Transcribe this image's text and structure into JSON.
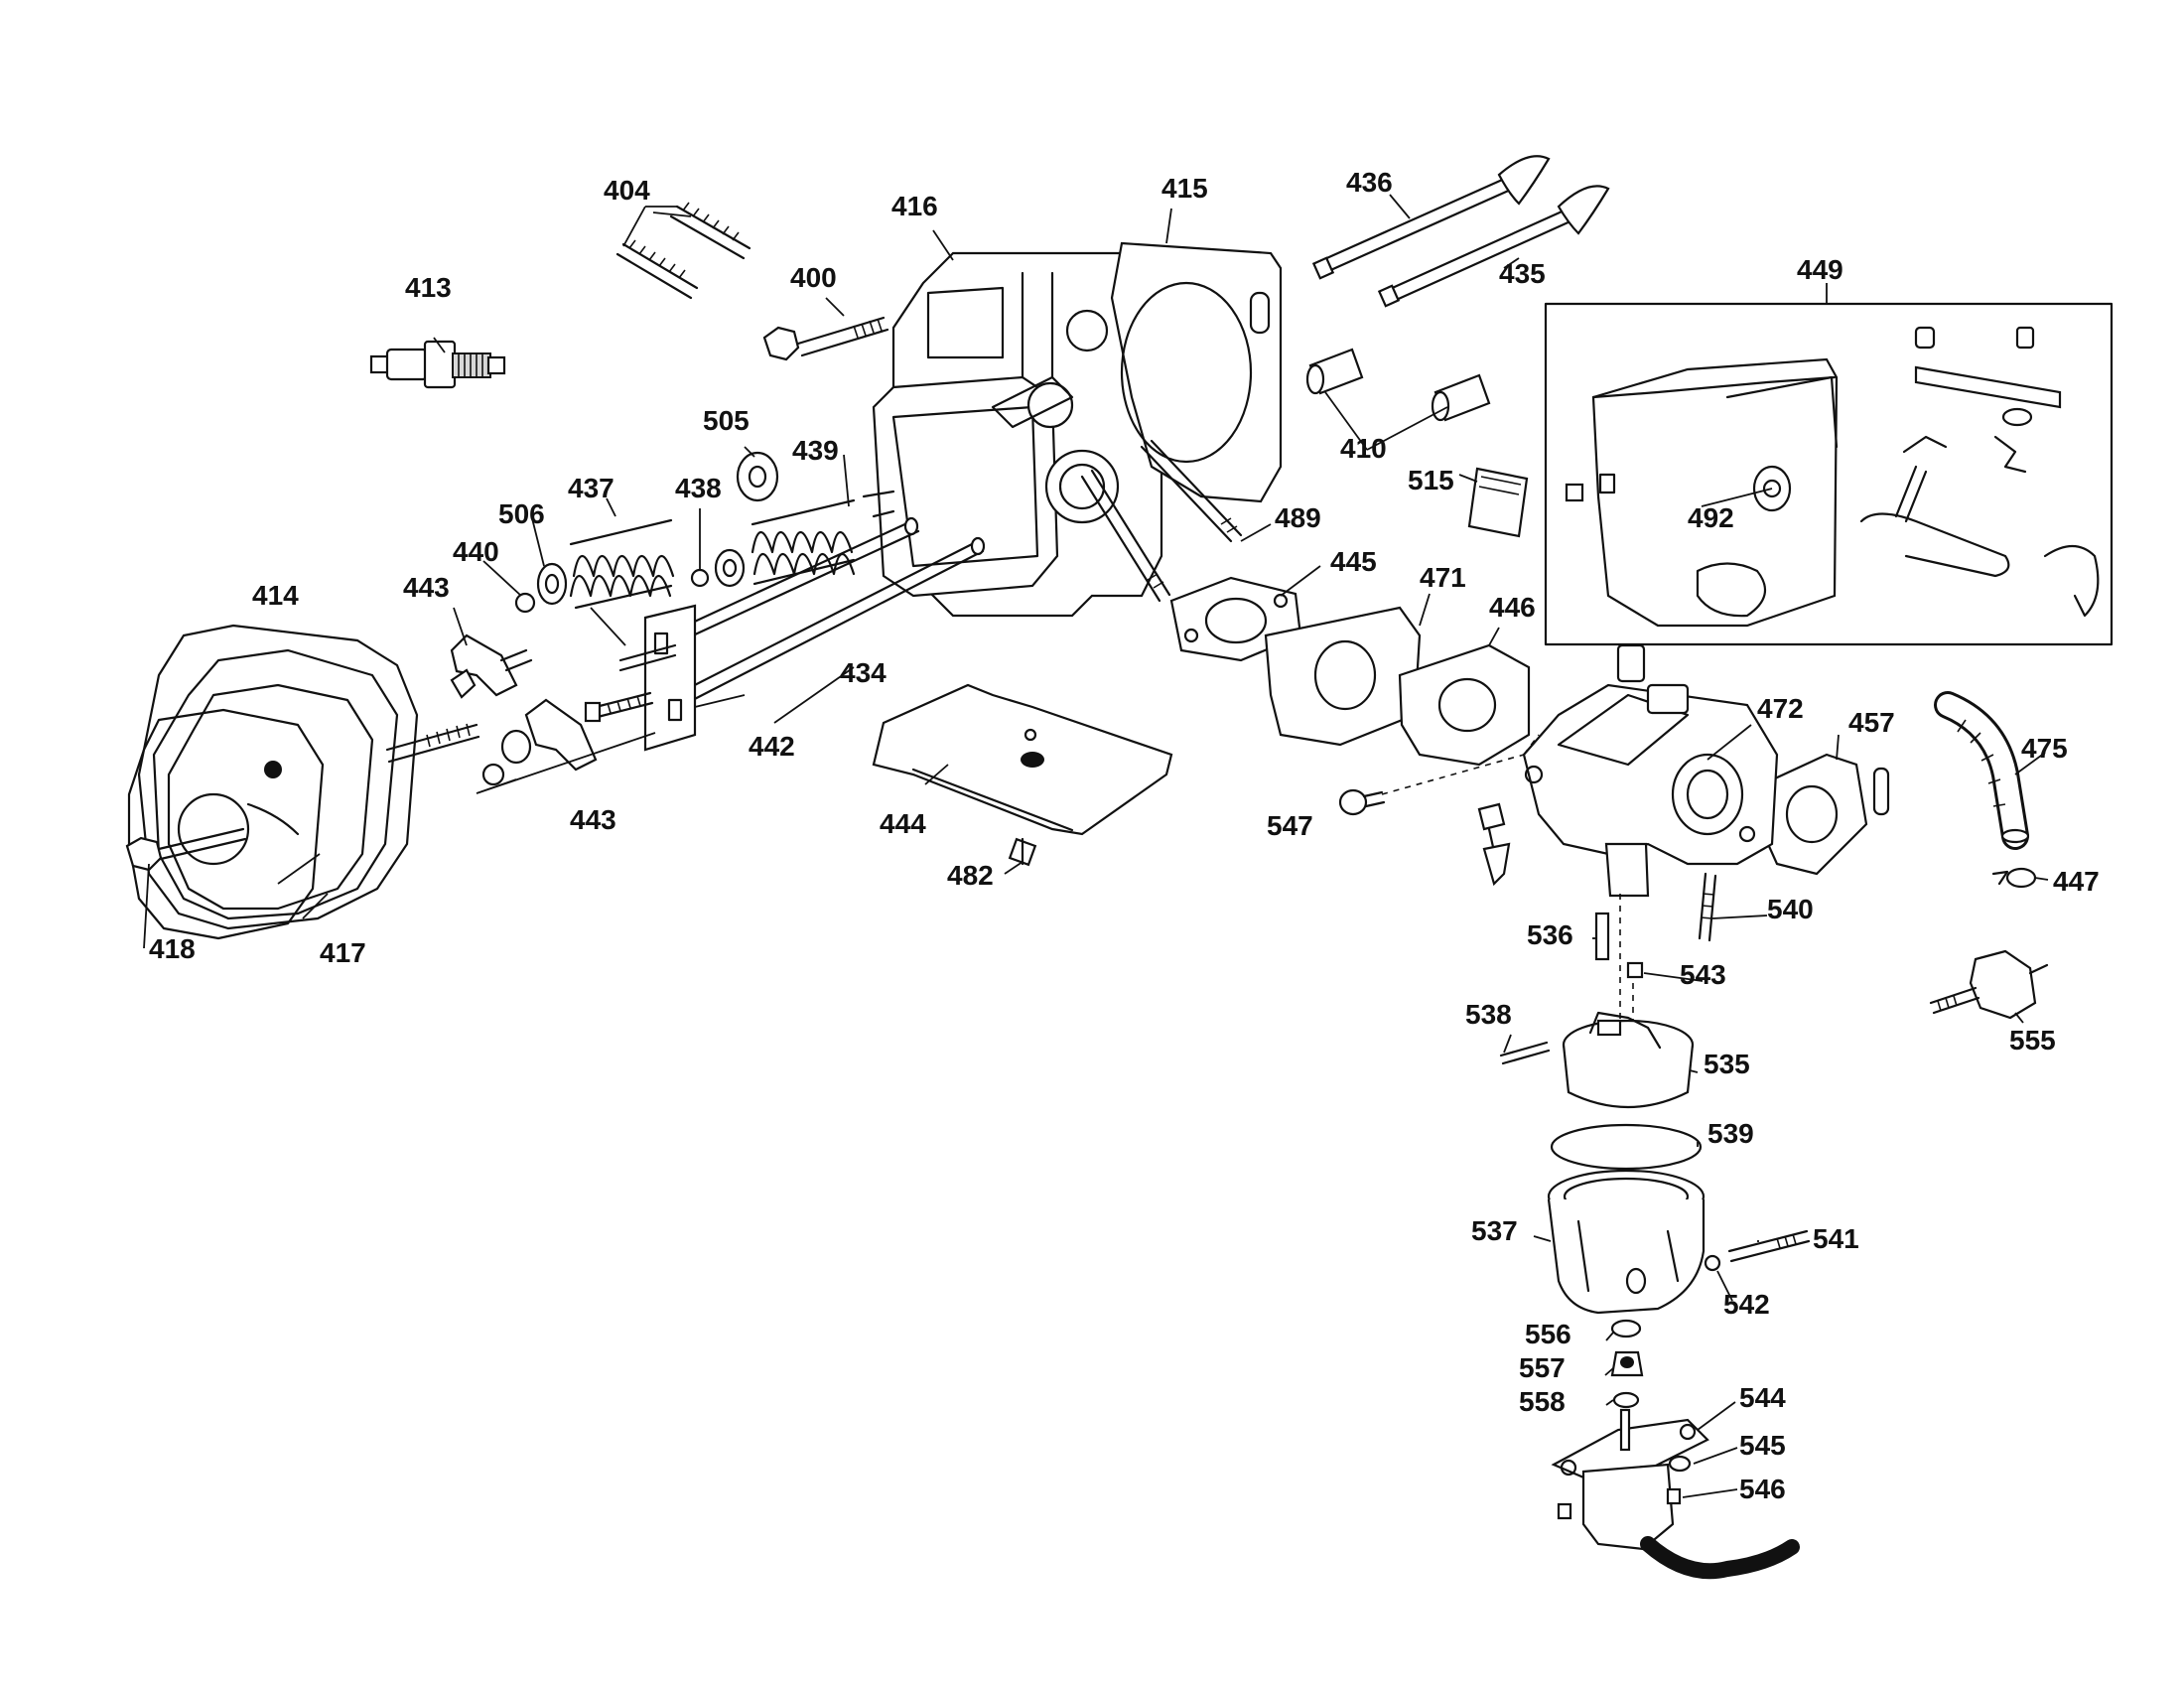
{
  "colors": {
    "ink": "#111111",
    "background": "#ffffff"
  },
  "part_numbers": {
    "p400": "400",
    "p404": "404",
    "p410": "410",
    "p413": "413",
    "p414": "414",
    "p415": "415",
    "p416": "416",
    "p417": "417",
    "p418": "418",
    "p434": "434",
    "p435": "435",
    "p436": "436",
    "p437": "437",
    "p438": "438",
    "p439": "439",
    "p440": "440",
    "p442": "442",
    "p443a": "443",
    "p443b": "443",
    "p444": "444",
    "p445": "445",
    "p446": "446",
    "p447": "447",
    "p449": "449",
    "p457": "457",
    "p471": "471",
    "p472": "472",
    "p475": "475",
    "p482": "482",
    "p489": "489",
    "p492": "492",
    "p505": "505",
    "p506": "506",
    "p515": "515",
    "p535": "535",
    "p536": "536",
    "p537": "537",
    "p538": "538",
    "p539": "539",
    "p540": "540",
    "p541": "541",
    "p542": "542",
    "p543": "543",
    "p544": "544",
    "p545": "545",
    "p546": "546",
    "p547": "547",
    "p555": "555",
    "p556": "556",
    "p557": "557",
    "p558": "558"
  }
}
